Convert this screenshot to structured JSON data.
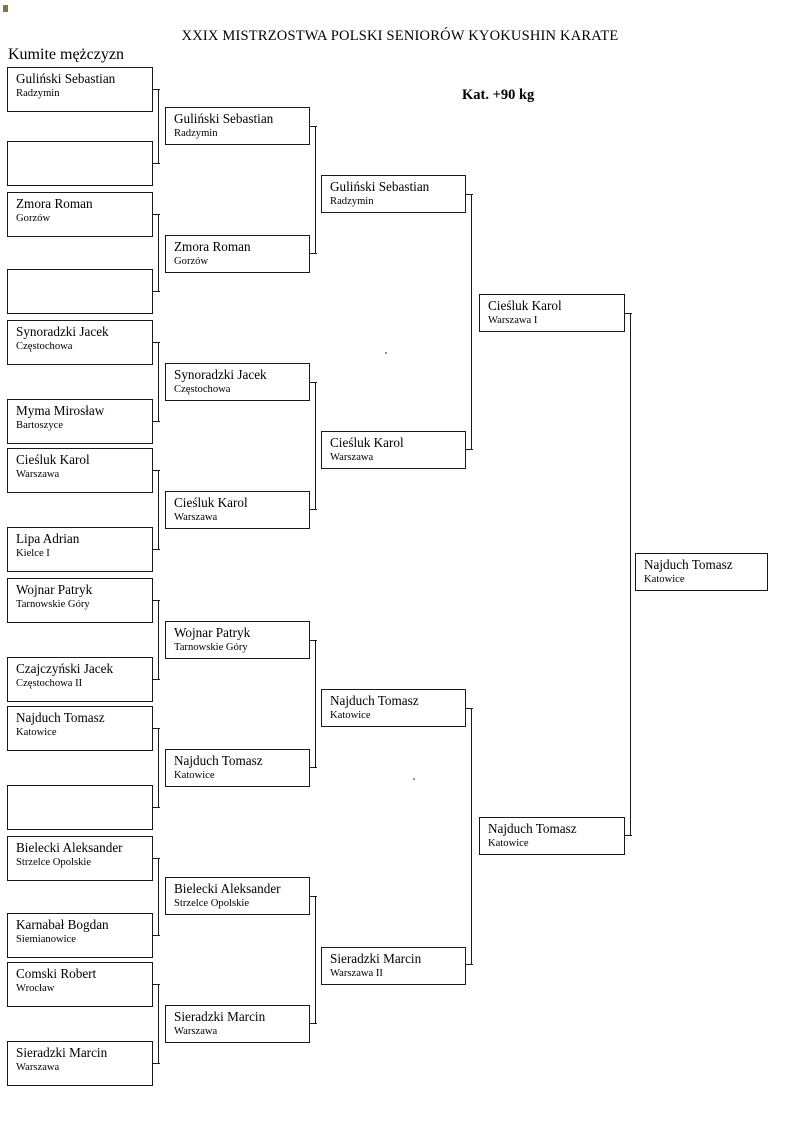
{
  "document": {
    "title": "XXIX MISTRZOSTWA POLSKI SENIORÓW KYOKUSHIN KARATE",
    "section_label": "Kumite mężczyzn",
    "category": "Kat. +90 kg"
  },
  "bracket": {
    "round1": [
      {
        "name": "Guliński Sebastian",
        "club": "Radzymin"
      },
      {
        "name": "",
        "club": ""
      },
      {
        "name": "Zmora Roman",
        "club": "Gorzów"
      },
      {
        "name": "",
        "club": ""
      },
      {
        "name": "Synoradzki Jacek",
        "club": "Częstochowa"
      },
      {
        "name": "Myma Mirosław",
        "club": "Bartoszyce"
      },
      {
        "name": "Cieśluk Karol",
        "club": "Warszawa"
      },
      {
        "name": "Lipa Adrian",
        "club": "Kielce I"
      },
      {
        "name": "Wojnar Patryk",
        "club": "Tarnowskie Góry"
      },
      {
        "name": "Czajczyński Jacek",
        "club": "Częstochowa II"
      },
      {
        "name": "Najduch Tomasz",
        "club": "Katowice"
      },
      {
        "name": "",
        "club": ""
      },
      {
        "name": "Bielecki Aleksander",
        "club": "Strzelce Opolskie"
      },
      {
        "name": "Karnabał Bogdan",
        "club": "Siemianowice"
      },
      {
        "name": "Comski Robert",
        "club": "Wrocław"
      },
      {
        "name": "Sieradzki Marcin",
        "club": "Warszawa"
      }
    ],
    "round2": [
      {
        "name": "Guliński Sebastian",
        "club": "Radzymin"
      },
      {
        "name": "Zmora Roman",
        "club": "Gorzów"
      },
      {
        "name": "Synoradzki Jacek",
        "club": "Częstochowa"
      },
      {
        "name": "Cieśluk Karol",
        "club": "Warszawa"
      },
      {
        "name": "Wojnar Patryk",
        "club": "Tarnowskie Góry"
      },
      {
        "name": "Najduch Tomasz",
        "club": "Katowice"
      },
      {
        "name": "Bielecki Aleksander",
        "club": "Strzelce Opolskie"
      },
      {
        "name": "Sieradzki Marcin",
        "club": "Warszawa"
      }
    ],
    "round3": [
      {
        "name": "Guliński Sebastian",
        "club": "Radzymin"
      },
      {
        "name": "Cieśluk Karol",
        "club": "Warszawa"
      },
      {
        "name": "Najduch Tomasz",
        "club": "Katowice"
      },
      {
        "name": "Sieradzki Marcin",
        "club": "Warszawa II"
      }
    ],
    "round4": [
      {
        "name": "Cieśluk Karol",
        "club": "Warszawa I"
      },
      {
        "name": "Najduch Tomasz",
        "club": "Katowice"
      }
    ],
    "final": [
      {
        "name": "Najduch Tomasz",
        "club": "Katowice"
      }
    ]
  }
}
